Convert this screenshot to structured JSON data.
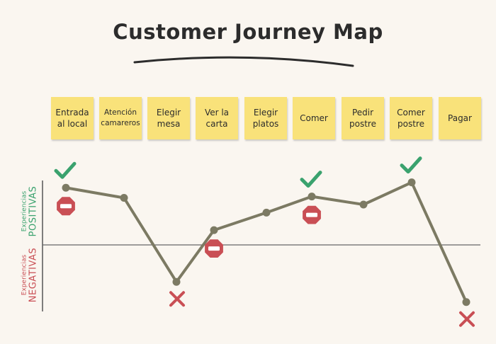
{
  "title": "Customer Journey Map",
  "steps": [
    {
      "label": "Entrada al local",
      "experience": 0.85
    },
    {
      "label": "Atención camareros",
      "experience": 0.7
    },
    {
      "label": "Elegir mesa",
      "experience": -0.55
    },
    {
      "label": "Ver la carta",
      "experience": 0.22
    },
    {
      "label": "Elegir platos",
      "experience": 0.48
    },
    {
      "label": "Comer",
      "experience": 0.72
    },
    {
      "label": "Pedir postre",
      "experience": 0.6
    },
    {
      "label": "Comer postre",
      "experience": 0.93
    },
    {
      "label": "Pagar",
      "experience": -0.85
    }
  ],
  "axis": {
    "positive_small": "Experiencias",
    "positive_big": "POSITIVAS",
    "negative_small": "Experiencias",
    "negative_big": "NEGATIVAS"
  },
  "colors": {
    "line": "#7c7a63",
    "positive": "#3aa26e",
    "negative": "#c94f55",
    "note": "#f9e27a"
  },
  "markers": [
    {
      "type": "check-icon",
      "step": 0
    },
    {
      "type": "no-entry-icon",
      "step": 0
    },
    {
      "type": "cross-icon",
      "step": 2
    },
    {
      "type": "no-entry-icon",
      "step": 3
    },
    {
      "type": "check-icon",
      "step": 5
    },
    {
      "type": "no-entry-icon",
      "step": 5
    },
    {
      "type": "check-icon",
      "step": 7
    },
    {
      "type": "cross-icon",
      "step": 8
    }
  ]
}
